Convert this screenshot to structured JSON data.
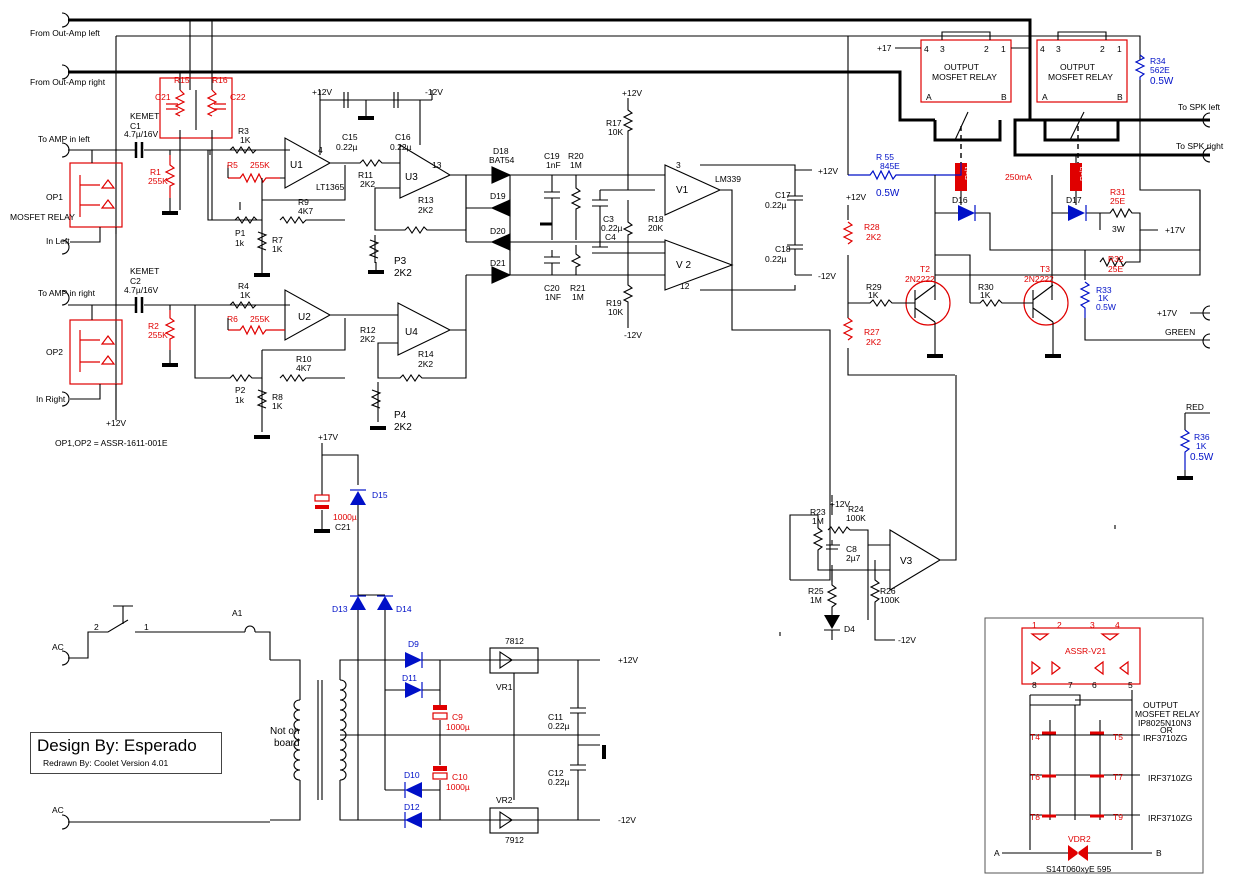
{
  "inputs": {
    "from_out_amp_left": "From Out-Amp left",
    "from_out_amp_right": "From Out-Amp right",
    "to_amp_in_left": "To AMP in left",
    "to_amp_in_right": "To AMP in right",
    "in_left": "In Left",
    "in_right": "In Right",
    "mosfet_relay": "MOSFET RELAY",
    "op_note": "OP1,OP2 = ASSR-1611-001E",
    "op1": "OP1",
    "op2": "OP2",
    "ac1": "AC",
    "ac2": "AC"
  },
  "outputs": {
    "to_spk_left": "To SPK left",
    "to_spk_right": "To SPK right",
    "green": "GREEN",
    "red": "RED"
  },
  "rails": {
    "p12": "+12V",
    "m12": "-12V",
    "p17": "+17V",
    "p17b": "+17"
  },
  "components": {
    "c1": [
      "KEMET",
      "C1",
      "4.7µ/16V"
    ],
    "c2": [
      "KEMET",
      "C2",
      "4.7µ/16V"
    ],
    "r1": [
      "R1",
      "255K"
    ],
    "r2": [
      "R2",
      "255K"
    ],
    "r3": [
      "R3",
      "1K"
    ],
    "r4": [
      "R4",
      "1K"
    ],
    "r5": [
      "R5",
      "255K"
    ],
    "r6": [
      "R6",
      "255K"
    ],
    "r7": [
      "R7",
      "1K"
    ],
    "r8": [
      "R8",
      "1K"
    ],
    "r9": [
      "R9",
      "4K7"
    ],
    "r10": [
      "R10",
      "4K7"
    ],
    "r11": [
      "R11",
      "2K2"
    ],
    "r12": [
      "R12",
      "2K2"
    ],
    "r13": [
      "R13",
      "2K2"
    ],
    "r14": [
      "R14",
      "2K2"
    ],
    "r15": "R15",
    "r16": "R16",
    "c21a": "C21",
    "c22": "C22",
    "p1": [
      "P1",
      "1k"
    ],
    "p2": [
      "P2",
      "1k"
    ],
    "p3": [
      "P3",
      "2K2"
    ],
    "p4": [
      "P4",
      "2K2"
    ],
    "u1": "U1",
    "u2": "U2",
    "u3": "U3",
    "u4": "U4",
    "lt1365": "LT1365",
    "pin4": "4",
    "pin13": "13",
    "c15": [
      "C15",
      "0.22µ"
    ],
    "c16": [
      "C16",
      "0.22µ"
    ],
    "d18": [
      "D18",
      "BAT54"
    ],
    "d19": "D19",
    "d20": "D20",
    "d21": "D21",
    "c19": [
      "C19",
      "1nF"
    ],
    "c20": [
      "C20",
      "1NF"
    ],
    "r20": [
      "R20",
      "1M"
    ],
    "r21": [
      "R21",
      "1M"
    ],
    "r17": [
      "R17",
      "10K"
    ],
    "r18": [
      "R18",
      "20K"
    ],
    "r19": [
      "R19",
      "10K"
    ],
    "c3": [
      "C3",
      "0.22µ"
    ],
    "c4": "C4",
    "v1": "V1",
    "v2": "V 2",
    "lm339": "LM339",
    "pin3": "3",
    "pin12": "12",
    "c17": [
      "C17",
      "0.22µ"
    ],
    "c18": [
      "C18",
      "0.22µ"
    ],
    "r55": [
      "R 55",
      "845E",
      "0.5W"
    ],
    "rel1": "Rel1",
    "rel2": "Rel2",
    "ma": "250mA",
    "d16": "D16",
    "d17": "D17",
    "r31": [
      "R31",
      "25E"
    ],
    "r32": [
      "R32",
      "25E"
    ],
    "w3": "3W",
    "r28": [
      "R28",
      "2K2"
    ],
    "r27": [
      "R27",
      "2K2"
    ],
    "r29": [
      "R29",
      "1K"
    ],
    "r30": [
      "R30",
      "1K"
    ],
    "t2": [
      "T2",
      "2N2222"
    ],
    "t3": [
      "T3",
      "2N2222"
    ],
    "r33": [
      "R33",
      "1K",
      "0.5W"
    ],
    "r34": [
      "R34",
      "562E",
      "0.5W"
    ],
    "r36": [
      "R36",
      "1K",
      "0.5W"
    ],
    "relay_a": [
      "OUTPUT",
      "MOSFET RELAY"
    ],
    "relay_b": [
      "OUTPUT",
      "MOSFET RELAY"
    ],
    "relay_pins": [
      "4",
      "3",
      "2",
      "1",
      "A",
      "B"
    ],
    "r23": [
      "R23",
      "1M"
    ],
    "r24": [
      "R24",
      "100K"
    ],
    "r25": [
      "R25",
      "1M"
    ],
    "r26": [
      "R26",
      "100K"
    ],
    "c8": [
      "C8",
      "2µ7"
    ],
    "v3": "V3",
    "d4": "D4",
    "d15": "D15",
    "c21": [
      "1000µ",
      "C21"
    ],
    "d13": "D13",
    "d14": "D14",
    "d9": "D9",
    "d10": "D10",
    "d11": "D11",
    "d12": "D12",
    "c9": [
      "C9",
      "1000µ"
    ],
    "c10": [
      "C10",
      "1000µ"
    ],
    "vr1": [
      "7812",
      "VR1"
    ],
    "vr2": [
      "VR2",
      "7912"
    ],
    "c11": [
      "C11",
      "0.22µ"
    ],
    "c12": [
      "C12",
      "0.22µ"
    ],
    "a1": "A1",
    "sw_pins": [
      "2",
      "1"
    ],
    "not_on_board": [
      "Not on",
      "board"
    ]
  },
  "inset": {
    "assr": "ASSR-V21",
    "title": [
      "OUTPUT",
      "MOSFET RELAY",
      "IP8025N10N3",
      "OR",
      "IRF3710ZG"
    ],
    "irf2": "IRF3710ZG",
    "irf3": "IRF3710ZG",
    "t4": "T4",
    "t5": "T5",
    "t6": "T6",
    "t7": "T7",
    "t8": "T8",
    "t9": "T9",
    "vdr": "VDR2",
    "vdr_part": "S14T060xyE 595",
    "a": "A",
    "b": "B",
    "pins": [
      "1",
      "2",
      "3",
      "4",
      "8",
      "7",
      "6",
      "5"
    ]
  },
  "credit": {
    "design": "Design By: Esperado",
    "redrawn": "Redrawn By: Coolet     Version 4.01"
  }
}
